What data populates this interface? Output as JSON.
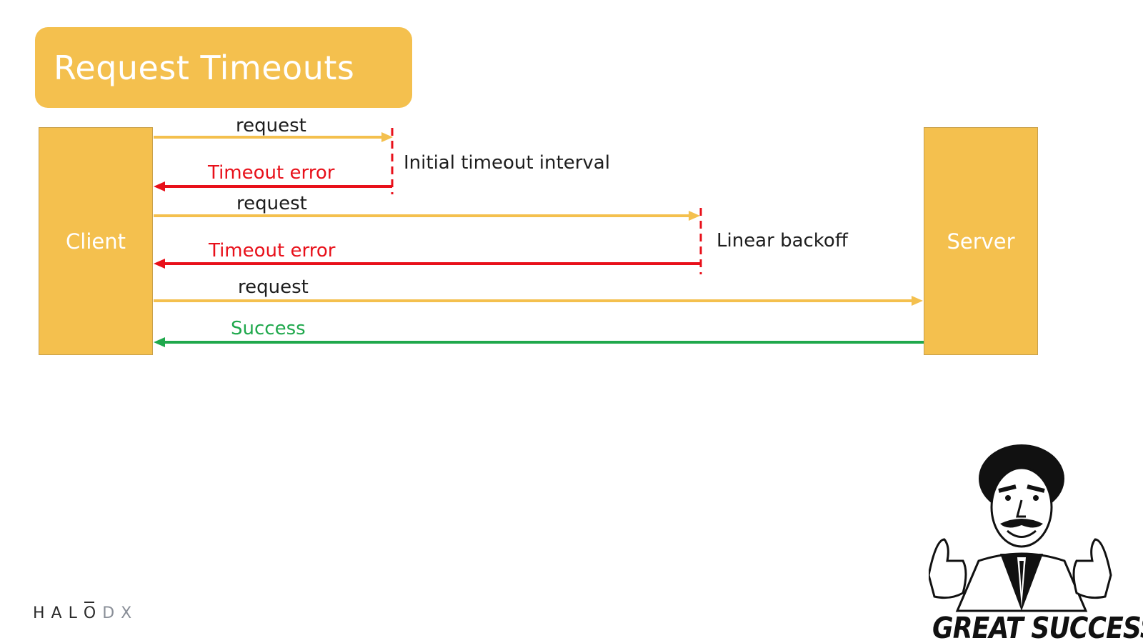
{
  "slide": {
    "title": "Request Timeouts"
  },
  "actors": {
    "client": "Client",
    "server": "Server"
  },
  "messages": [
    {
      "label": "request",
      "direction": "client-to-server",
      "kind": "request"
    },
    {
      "label": "Timeout error",
      "direction": "server-to-client",
      "kind": "error"
    },
    {
      "label": "request",
      "direction": "client-to-server",
      "kind": "request"
    },
    {
      "label": "Timeout error",
      "direction": "server-to-client",
      "kind": "error"
    },
    {
      "label": "request",
      "direction": "client-to-server",
      "kind": "request"
    },
    {
      "label": "Success",
      "direction": "server-to-client",
      "kind": "success"
    }
  ],
  "intervals": [
    {
      "label": "Initial timeout interval"
    },
    {
      "label": "Linear backoff"
    }
  ],
  "branding": {
    "logo_main": "HALO",
    "logo_suffix": "DX"
  },
  "meme": {
    "caption": "GREAT SUCCESS"
  },
  "colors": {
    "accent": "#F4C04E",
    "error": "#E8101A",
    "success": "#1FA84C",
    "text": "#1d1d1d"
  }
}
